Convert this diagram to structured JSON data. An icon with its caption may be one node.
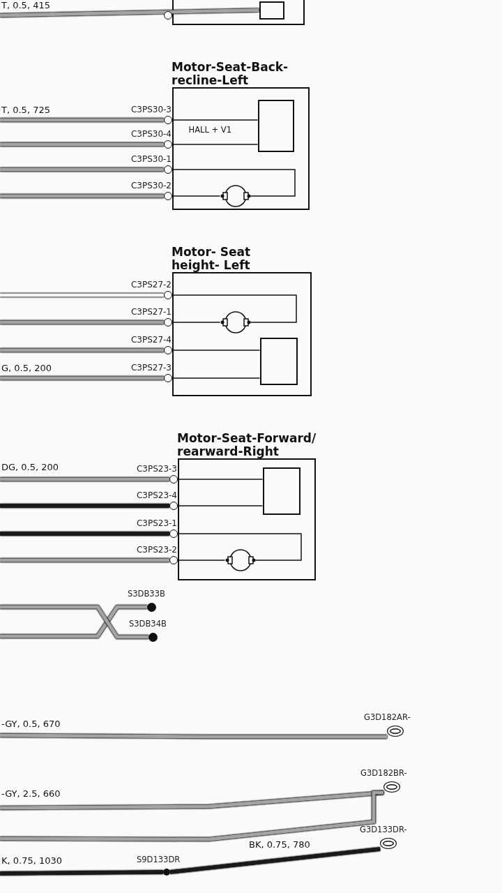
{
  "diagram": {
    "nodes": [
      {
        "text": [],
        "shape": "box"
      },
      {
        "text": [],
        "shape": "box",
        "in": 0
      },
      {
        "text": [
          "Motor-Seat-Back- recline-Left"
        ]
      },
      {
        "text": [],
        "shape": "box",
        "in": 2,
        "beside": [
          "HALL + V1"
        ]
      },
      {
        "text": [],
        "shape": "circle",
        "in": 2
      },
      {
        "text": [
          "C3PS30-3"
        ]
      },
      {
        "text": [
          "C3PS30-4"
        ]
      },
      {
        "text": [
          "C3PS30-1"
        ]
      },
      {
        "text": [
          "C3PS30-2"
        ]
      },
      {
        "text": [
          "Motor- Seat height- Left"
        ]
      },
      {
        "text": [],
        "shape": "circle",
        "in": 9
      },
      {
        "text": [],
        "shape": "box",
        "in": 9
      },
      {
        "text": [
          "C3PS27-2"
        ]
      },
      {
        "text": [
          "C3PS27-1"
        ]
      },
      {
        "text": [
          "C3PS27-4"
        ]
      },
      {
        "text": [
          "C3PS27-3"
        ]
      },
      {
        "text": [
          "Motor-Seat-Forward/ rearward-Right"
        ]
      },
      {
        "text": [],
        "shape": "box",
        "in": 16
      },
      {
        "text": [],
        "shape": "circle",
        "in": 16
      },
      {
        "text": [
          "C3PS23-3"
        ]
      },
      {
        "text": [
          "C3PS23-4"
        ]
      },
      {
        "text": [
          "C3PS23-1"
        ]
      },
      {
        "text": [
          "C3PS23-2"
        ]
      },
      {
        "text": [
          "S3DB33B"
        ]
      },
      {
        "text": [
          "S3DB34B"
        ]
      },
      {
        "text": [
          "G3D182AR-"
        ]
      },
      {
        "text": [
          "G3D182BR-"
        ]
      },
      {
        "text": [
          "S9D133DR"
        ]
      },
      {
        "text": [
          "G3D133DR-"
        ]
      }
    ],
    "edges": [
      {
        "from": null,
        "to": 1,
        "arrow": "none",
        "label": "T, 0.5, 415"
      },
      {
        "from": null,
        "to": 5,
        "arrow": "none",
        "label": "T, 0.5, 725"
      },
      {
        "from": null,
        "to": 6,
        "arrow": "none"
      },
      {
        "from": null,
        "to": 7,
        "arrow": "none"
      },
      {
        "from": null,
        "to": 8,
        "arrow": "none"
      },
      {
        "from": 5,
        "to": 3,
        "arrow": "none",
        "color": "#111111"
      },
      {
        "from": 6,
        "to": 3,
        "arrow": "none",
        "color": "#111111"
      },
      {
        "from": 7,
        "to": 4,
        "arrow": "none",
        "color": "#111111"
      },
      {
        "from": 8,
        "to": 4,
        "arrow": "none",
        "color": "#111111"
      },
      {
        "from": null,
        "to": 12,
        "arrow": "none",
        "color": "#f4f4f4"
      },
      {
        "from": null,
        "to": 13,
        "arrow": "none"
      },
      {
        "from": null,
        "to": 14,
        "arrow": "none"
      },
      {
        "from": null,
        "to": 15,
        "arrow": "none",
        "label": "G, 0.5, 200"
      },
      {
        "from": 12,
        "to": 10,
        "arrow": "none",
        "color": "#111111"
      },
      {
        "from": 13,
        "to": 10,
        "arrow": "none",
        "color": "#111111"
      },
      {
        "from": 14,
        "to": 11,
        "arrow": "none",
        "color": "#111111"
      },
      {
        "from": 15,
        "to": 11,
        "arrow": "none",
        "color": "#111111"
      },
      {
        "from": null,
        "to": 19,
        "arrow": "none",
        "label": "DG, 0.5, 200"
      },
      {
        "from": null,
        "to": 20,
        "arrow": "none",
        "color": "#1a1a1a"
      },
      {
        "from": null,
        "to": 21,
        "arrow": "none",
        "color": "#1a1a1a"
      },
      {
        "from": null,
        "to": 22,
        "arrow": "none"
      },
      {
        "from": 19,
        "to": 17,
        "arrow": "none",
        "color": "#111111"
      },
      {
        "from": 20,
        "to": 17,
        "arrow": "none",
        "color": "#111111"
      },
      {
        "from": 21,
        "to": 18,
        "arrow": "none",
        "color": "#111111"
      },
      {
        "from": 22,
        "to": 18,
        "arrow": "none",
        "color": "#111111"
      },
      {
        "from": null,
        "to": 23,
        "arrow": "none"
      },
      {
        "from": null,
        "to": 24,
        "arrow": "none"
      },
      {
        "from": null,
        "to": 25,
        "arrow": "none",
        "label": "-GY, 0.5, 670"
      },
      {
        "from": null,
        "to": 26,
        "arrow": "none",
        "label": "-GY, 2.5, 660"
      },
      {
        "from": null,
        "to": 26,
        "arrow": "none"
      },
      {
        "from": null,
        "to": 27,
        "arrow": "none",
        "label": "K, 0.75, 1030",
        "color": "#1a1a1a"
      },
      {
        "from": 27,
        "to": 28,
        "arrow": "none",
        "label": "BK, 0.75, 780",
        "color": "#1a1a1a"
      }
    ]
  }
}
